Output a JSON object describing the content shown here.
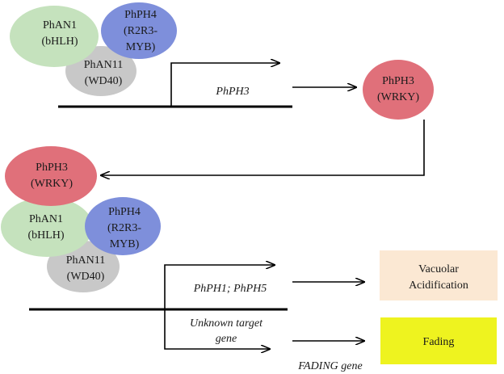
{
  "colors": {
    "phan1": "#c5e2bd",
    "phph4": "#7e8fdb",
    "phan11": "#c8c8c8",
    "phph3": "#e0707a",
    "vacuolar_box": "#fbe8d3",
    "fading_box": "#eef31f",
    "line": "#000000"
  },
  "top_complex": {
    "phan1": {
      "name": "PhAN1",
      "family": "(bHLH)"
    },
    "phph4": {
      "name": "PhPH4",
      "family_line1": "(R2R3-",
      "family_line2": "MYB)"
    },
    "phan11": {
      "name": "PhAN11",
      "family": "(WD40)"
    },
    "gene_label": "PhPH3"
  },
  "phph3_product": {
    "name": "PhPH3",
    "family": "(WRKY)"
  },
  "bottom_complex": {
    "phph3": {
      "name": "PhPH3",
      "family": "(WRKY)"
    },
    "phan1": {
      "name": "PhAN1",
      "family": "(bHLH)"
    },
    "phph4": {
      "name": "PhPH4",
      "family_line1": "(R2R3-",
      "family_line2": "MYB)"
    },
    "phan11": {
      "name": "PhAN11",
      "family": "(WD40)"
    },
    "gene_label": "PhPH1; PhPH5",
    "unknown_line1": "Unknown target",
    "unknown_line2": "gene",
    "fading_gene_label": "FADING gene"
  },
  "outcomes": {
    "vacuolar_line1": "Vacuolar",
    "vacuolar_line2": "Acidification",
    "fading": "Fading"
  }
}
